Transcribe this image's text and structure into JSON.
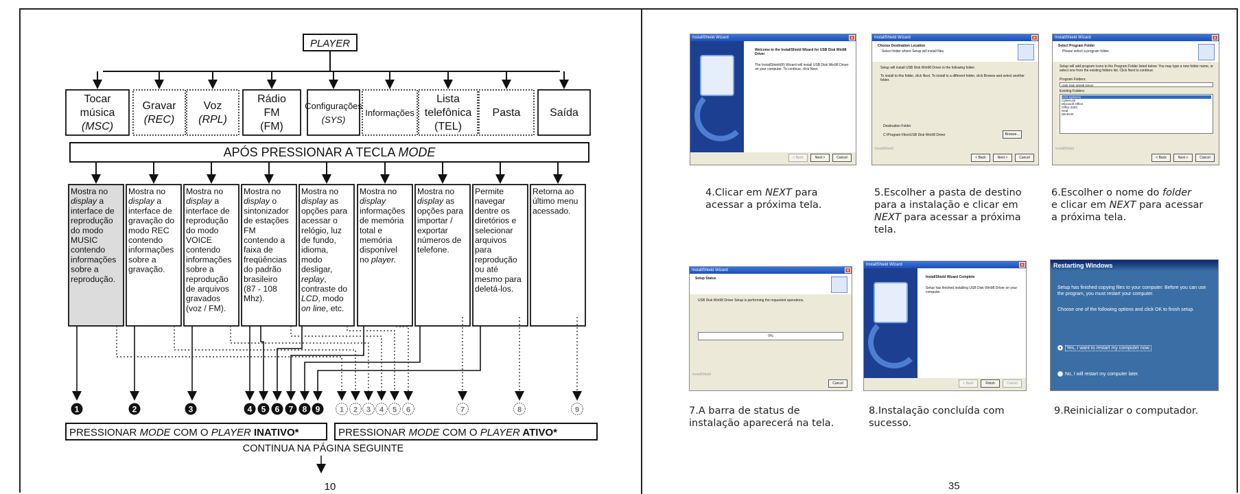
{
  "left_page": {
    "top_box": "PLAYER",
    "menu_items": [
      {
        "lines": [
          "Tocar",
          "música",
          "(MSC)"
        ],
        "italic_last": true,
        "dashed": false
      },
      {
        "lines": [
          "Gravar",
          "(REC)"
        ],
        "italic_last": true,
        "dashed": true
      },
      {
        "lines": [
          "Voz",
          "(RPL)"
        ],
        "italic_last": true,
        "dashed": true
      },
      {
        "lines": [
          "Rádio",
          "FM",
          "(FM)"
        ],
        "italic_last": false,
        "dashed": false
      },
      {
        "lines": [
          "Configurações",
          "(SYS)"
        ],
        "italic_last": true,
        "dashed": false
      },
      {
        "lines": [
          "Informações"
        ],
        "italic_last": false,
        "dashed": true
      },
      {
        "lines": [
          "Lista",
          "telefônica",
          "(TEL)"
        ],
        "italic_last": false,
        "dashed": true
      },
      {
        "lines": [
          "Pasta"
        ],
        "italic_last": false,
        "dashed": true
      },
      {
        "lines": [
          "Saída"
        ],
        "italic_last": false,
        "dashed": false
      }
    ],
    "mode_banner": {
      "prefix": "APÓS PRESSIONAR A TECLA ",
      "key": "MODE"
    },
    "descriptions": [
      [
        [
          "Mostra no",
          ""
        ],
        [
          "display",
          " a",
          "i"
        ],
        [
          "interface de",
          ""
        ],
        [
          "reprodução",
          ""
        ],
        [
          "do modo",
          ""
        ],
        [
          "MUSIC",
          ""
        ],
        [
          "contendo",
          ""
        ],
        [
          "informações",
          ""
        ],
        [
          "sobre a",
          ""
        ],
        [
          "reprodução.",
          ""
        ]
      ],
      [
        [
          "Mostra no",
          ""
        ],
        [
          "display",
          " a",
          "i"
        ],
        [
          "interface de",
          ""
        ],
        [
          "gravação do",
          ""
        ],
        [
          "modo REC",
          ""
        ],
        [
          "contendo",
          ""
        ],
        [
          "informações",
          ""
        ],
        [
          "sobre a",
          ""
        ],
        [
          "gravação.",
          ""
        ]
      ],
      [
        [
          "Mostra no",
          ""
        ],
        [
          "display",
          " a",
          "i"
        ],
        [
          "interface de",
          ""
        ],
        [
          "reprodução",
          ""
        ],
        [
          "do modo",
          ""
        ],
        [
          "VOICE",
          ""
        ],
        [
          "contendo",
          ""
        ],
        [
          "informações",
          ""
        ],
        [
          "sobre a",
          ""
        ],
        [
          "reprodução",
          ""
        ],
        [
          "de arquivos",
          ""
        ],
        [
          "gravados",
          ""
        ],
        [
          "(voz / FM).",
          ""
        ]
      ],
      [
        [
          "Mostra no",
          ""
        ],
        [
          "display",
          " o",
          "i"
        ],
        [
          "sintonizador",
          ""
        ],
        [
          "de estações",
          ""
        ],
        [
          "FM",
          ""
        ],
        [
          "contendo a",
          ""
        ],
        [
          "faixa de",
          ""
        ],
        [
          "freqüências",
          ""
        ],
        [
          "do padrão",
          ""
        ],
        [
          "brasileiro",
          ""
        ],
        [
          "(87 - 108",
          ""
        ],
        [
          "Mhz).",
          ""
        ]
      ],
      [
        [
          "Mostra no",
          ""
        ],
        [
          "display",
          " as",
          "i"
        ],
        [
          "opções para",
          ""
        ],
        [
          "acessar o",
          ""
        ],
        [
          "relógio, luz",
          ""
        ],
        [
          "de fundo,",
          ""
        ],
        [
          "idioma,",
          ""
        ],
        [
          "modo",
          ""
        ],
        [
          "desligar,",
          ""
        ],
        [
          "replay",
          ",",
          "i"
        ],
        [
          "contraste do",
          ""
        ],
        [
          "LCD",
          ", modo",
          "i"
        ],
        [
          "on line",
          ", etc.",
          "i"
        ]
      ],
      [
        [
          "Mostra no",
          ""
        ],
        [
          "display",
          "",
          "i"
        ],
        [
          "informações",
          ""
        ],
        [
          "de memória",
          ""
        ],
        [
          "total e",
          ""
        ],
        [
          "memória",
          ""
        ],
        [
          "disponível",
          ""
        ],
        [
          "no ",
          "player.",
          "r"
        ]
      ],
      [
        [
          "Mostra no",
          ""
        ],
        [
          "display",
          " as",
          "i"
        ],
        [
          "opções para",
          ""
        ],
        [
          "importar /",
          ""
        ],
        [
          "exportar",
          ""
        ],
        [
          "números de",
          ""
        ],
        [
          "telefone.",
          ""
        ]
      ],
      [
        [
          "Permite",
          ""
        ],
        [
          "navegar",
          ""
        ],
        [
          "dentre os",
          ""
        ],
        [
          "diretórios e",
          ""
        ],
        [
          "selecionar",
          ""
        ],
        [
          "arquivos",
          ""
        ],
        [
          "para",
          ""
        ],
        [
          "reprodução",
          ""
        ],
        [
          "ou até",
          ""
        ],
        [
          "mesmo para",
          ""
        ],
        [
          "deletá-los.",
          ""
        ]
      ],
      [
        [
          "Retorna ao",
          ""
        ],
        [
          "último menu",
          ""
        ],
        [
          "acessado.",
          ""
        ]
      ]
    ],
    "solid_markers": [
      "1",
      "2",
      "3",
      "4",
      "5",
      "6",
      "7",
      "8",
      "9"
    ],
    "dotted_markers": [
      "1",
      "2",
      "3",
      "4",
      "5",
      "6",
      "7",
      "8",
      "9"
    ],
    "inactive_box": {
      "a": "PRESSIONAR ",
      "b": "MODE",
      "c": " COM O ",
      "d": "PLAYER",
      "e": " INATIVO*"
    },
    "active_box": {
      "a": "PRESSIONAR ",
      "b": "MODE",
      "c": " COM O ",
      "d": "PLAYER",
      "e": " ATIVO*"
    },
    "continue_text": "CONTINUA NA PÁGINA SEGUINTE",
    "page_number": "10"
  },
  "right_page": {
    "page_number": "35",
    "screens": {
      "s4": {
        "title": "InstallShield Wizard",
        "heading": "Welcome to the InstallShield Wizard for USB Disk Win98 Driver",
        "body": "The InstallShield(R) Wizard will install USB Disk Win98 Driver on your computer. To continue, click Next.",
        "buttons": [
          "< Back",
          "Next >",
          "Cancel"
        ]
      },
      "s5": {
        "title": "InstallShield Wizard",
        "heading": "Choose Destination Location",
        "sub": "Select folder where Setup will install files.",
        "body": "Setup will install USB Disk Win98 Driver in the following folder.",
        "body2": "To install to this folder, click Next. To install to a different folder, click Browse and select another folder.",
        "field_label": "Destination Folder",
        "field_value": "C:\\Program Files\\USB Disk Win98 Driver",
        "browse": "Browse...",
        "footer": "InstallShield",
        "buttons": [
          "< Back",
          "Next >",
          "Cancel"
        ]
      },
      "s6": {
        "title": "InstallShield Wizard",
        "heading": "Select Program Folder",
        "sub": "Please select a program folder.",
        "body": "Setup will add program icons to the Program Folder listed below. You may type a new folder name, or select one from the existing folders list. Click Next to continue.",
        "label1": "Program Folders:",
        "value1": "USB Disk Win98 Driver",
        "label2": "Existing Folders:",
        "list": [
          "ACD Systems",
          "CyberLink",
          "Microsoft Office",
          "Office 2003",
          "Real",
          "WinRAR"
        ],
        "footer": "InstallShield",
        "buttons": [
          "< Back",
          "Next >",
          "Cancel"
        ]
      },
      "s7": {
        "title": "InstallShield Wizard",
        "heading": "Setup Status",
        "body": "USB Disk Win98 Driver Setup is performing the requested operations.",
        "progress": "0%",
        "footer": "InstallShield",
        "buttons": [
          "Cancel"
        ]
      },
      "s8": {
        "title": "InstallShield Wizard",
        "heading": "InstallShield Wizard Complete",
        "body": "Setup has finished installing USB Disk Win98 Driver on your computer.",
        "buttons": [
          "< Back",
          "Finish",
          "Cancel"
        ]
      },
      "s9": {
        "title": "Restarting Windows",
        "body": "Setup has finished copying files to your computer.  Before you can use the program, you must restart your computer.",
        "body2": "Choose one of the following options and click OK to finish setup.",
        "option1": "Yes, I want to restart my computer now.",
        "option2": "No, I will restart my computer later."
      }
    },
    "captions": {
      "c4": {
        "a": "4.Clicar em ",
        "b": "NEXT",
        "c": " para",
        "d": "acessar  a próxima tela."
      },
      "c5": {
        "l1": "5.Escolher a pasta de destino",
        "l2": "para a instalação e clicar em",
        "l3i": "NEXT",
        "l3": " para acessar  a próxima",
        "l4": "tela."
      },
      "c6": {
        "a": "6.Escolher o nome do ",
        "b": "folder",
        "l2a": "e clicar em ",
        "l2b": "NEXT",
        "l2c": " para acessar",
        "l3": "a próxima tela."
      },
      "c7": {
        "l1": "7.A barra de status de",
        "l2": "instalação aparecerá na tela."
      },
      "c8": {
        "l1": "8.Instalação concluída com",
        "l2": "sucesso."
      },
      "c9": {
        "l1": "9.Reinicializar o computador."
      }
    }
  }
}
